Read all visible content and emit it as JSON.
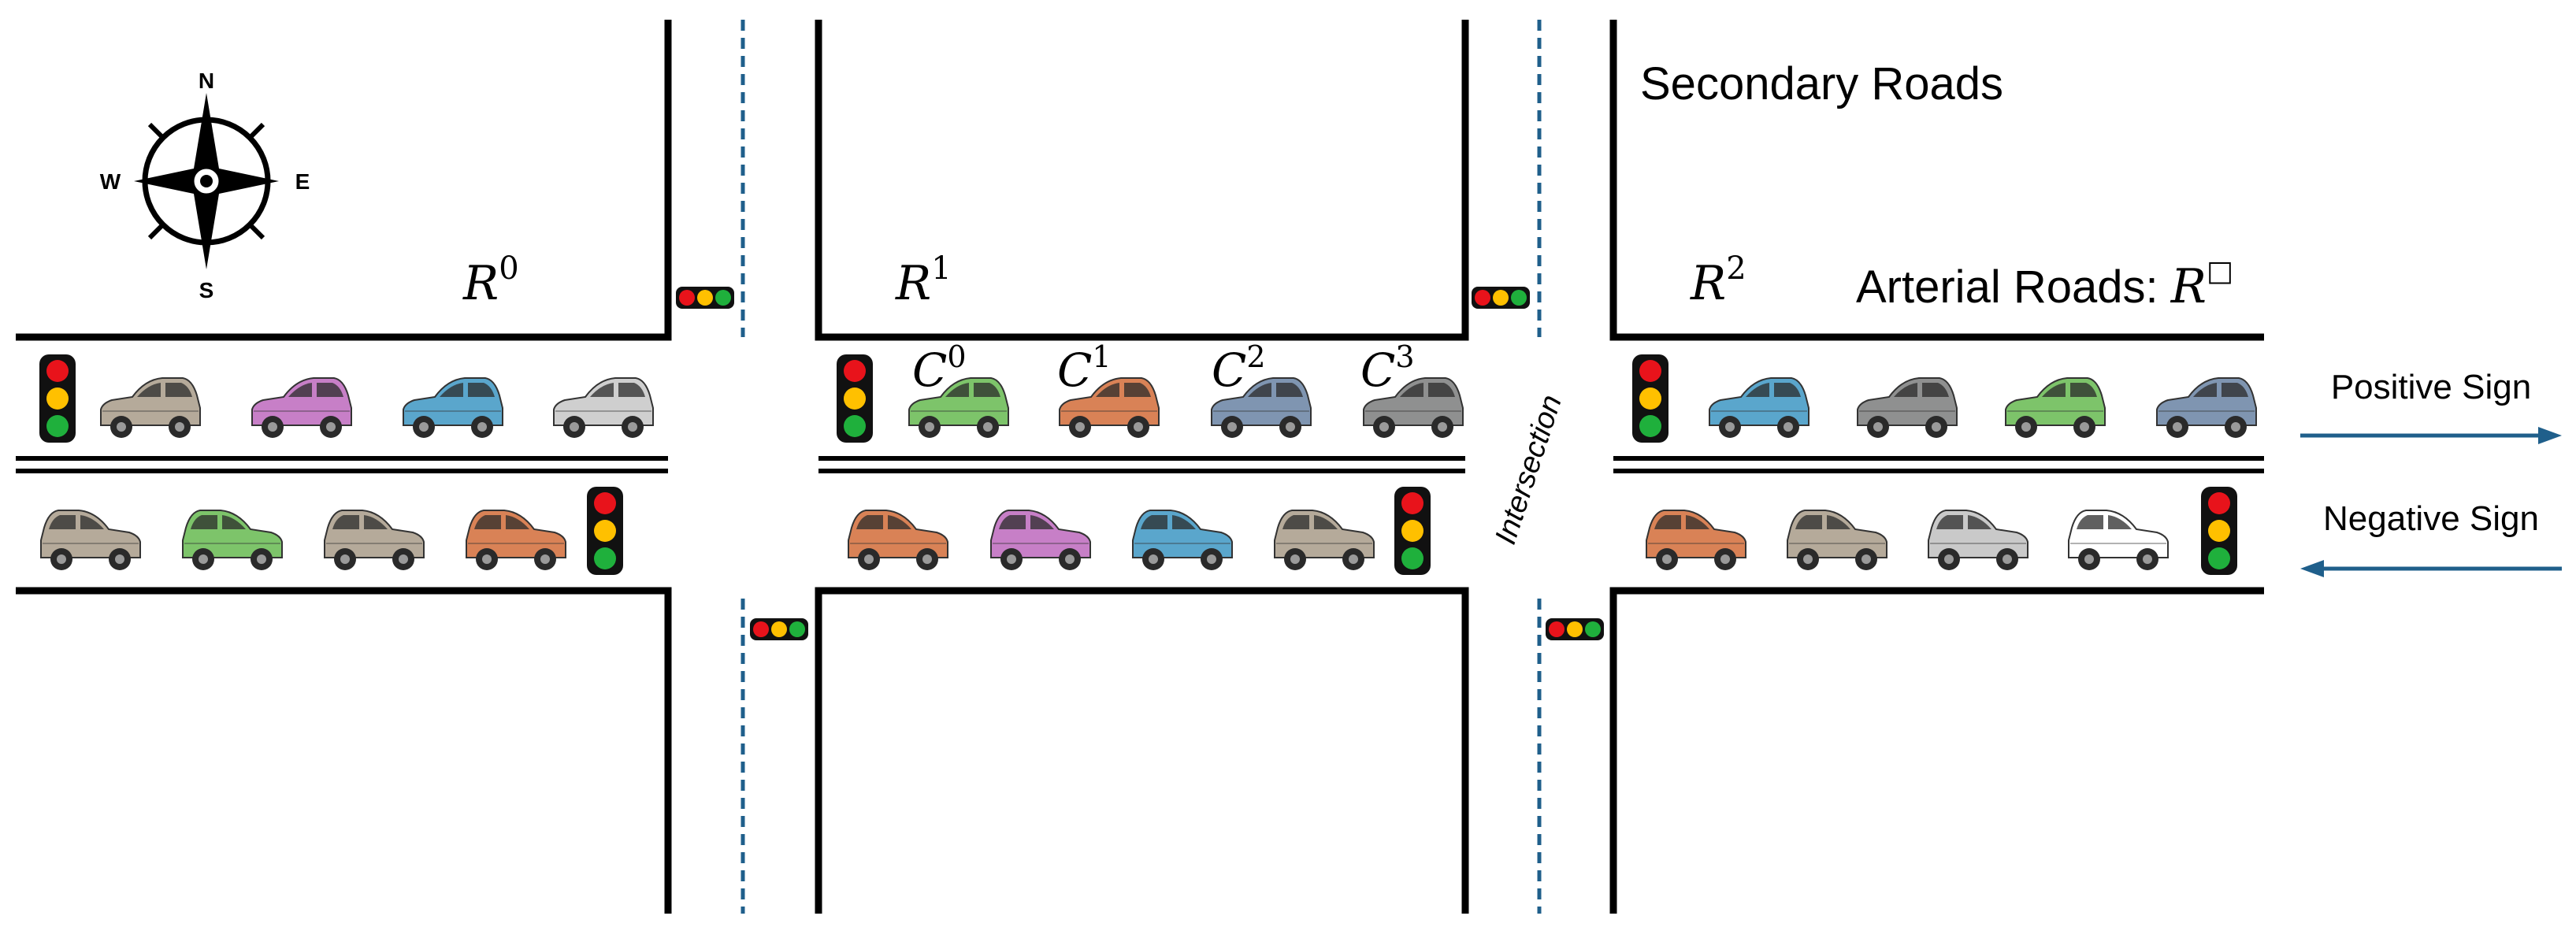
{
  "labels": {
    "secondary_roads": "Secondary Roads",
    "arterial_roads_text": "Arterial Roads: ",
    "arterial_symbol": "R",
    "arterial_superscript": "□",
    "intersection": "Intersection",
    "positive_sign": "Positive Sign",
    "negative_sign": "Negative Sign"
  },
  "compass": {
    "north": "N",
    "south": "S",
    "east": "E",
    "west": "W"
  },
  "road_segments": [
    {
      "symbol": "R",
      "superscript": "0"
    },
    {
      "symbol": "R",
      "superscript": "1"
    },
    {
      "symbol": "R",
      "superscript": "2"
    }
  ],
  "car_labels": [
    {
      "symbol": "C",
      "superscript": "0"
    },
    {
      "symbol": "C",
      "superscript": "1"
    },
    {
      "symbol": "C",
      "superscript": "2"
    },
    {
      "symbol": "C",
      "superscript": "3"
    }
  ],
  "colors": {
    "road_line": "#000000",
    "stop_line": "#1f5f8b",
    "arrow": "#1f5f8b",
    "light_red": "#e8131b",
    "light_yellow": "#ffc000",
    "light_green": "#1fb03c"
  },
  "cars": {
    "top_lane": [
      "#b5aa9a",
      "#c77fc7",
      "#5aa6cc",
      "#cfcfcf",
      "#7dc46a",
      "#d98256",
      "#7f95b1",
      "#8f9090",
      "#5aa6cc",
      "#8f9090",
      "#7dc46a",
      "#7f95b1"
    ],
    "bottom_lane": [
      "#b5aa9a",
      "#7dc46a",
      "#b5aa9a",
      "#d98256",
      "#d98256",
      "#c77fc7",
      "#5aa6cc",
      "#b5aa9a",
      "#d98256",
      "#b5aa9a",
      "#c9c9c9",
      "#ffffff"
    ]
  }
}
